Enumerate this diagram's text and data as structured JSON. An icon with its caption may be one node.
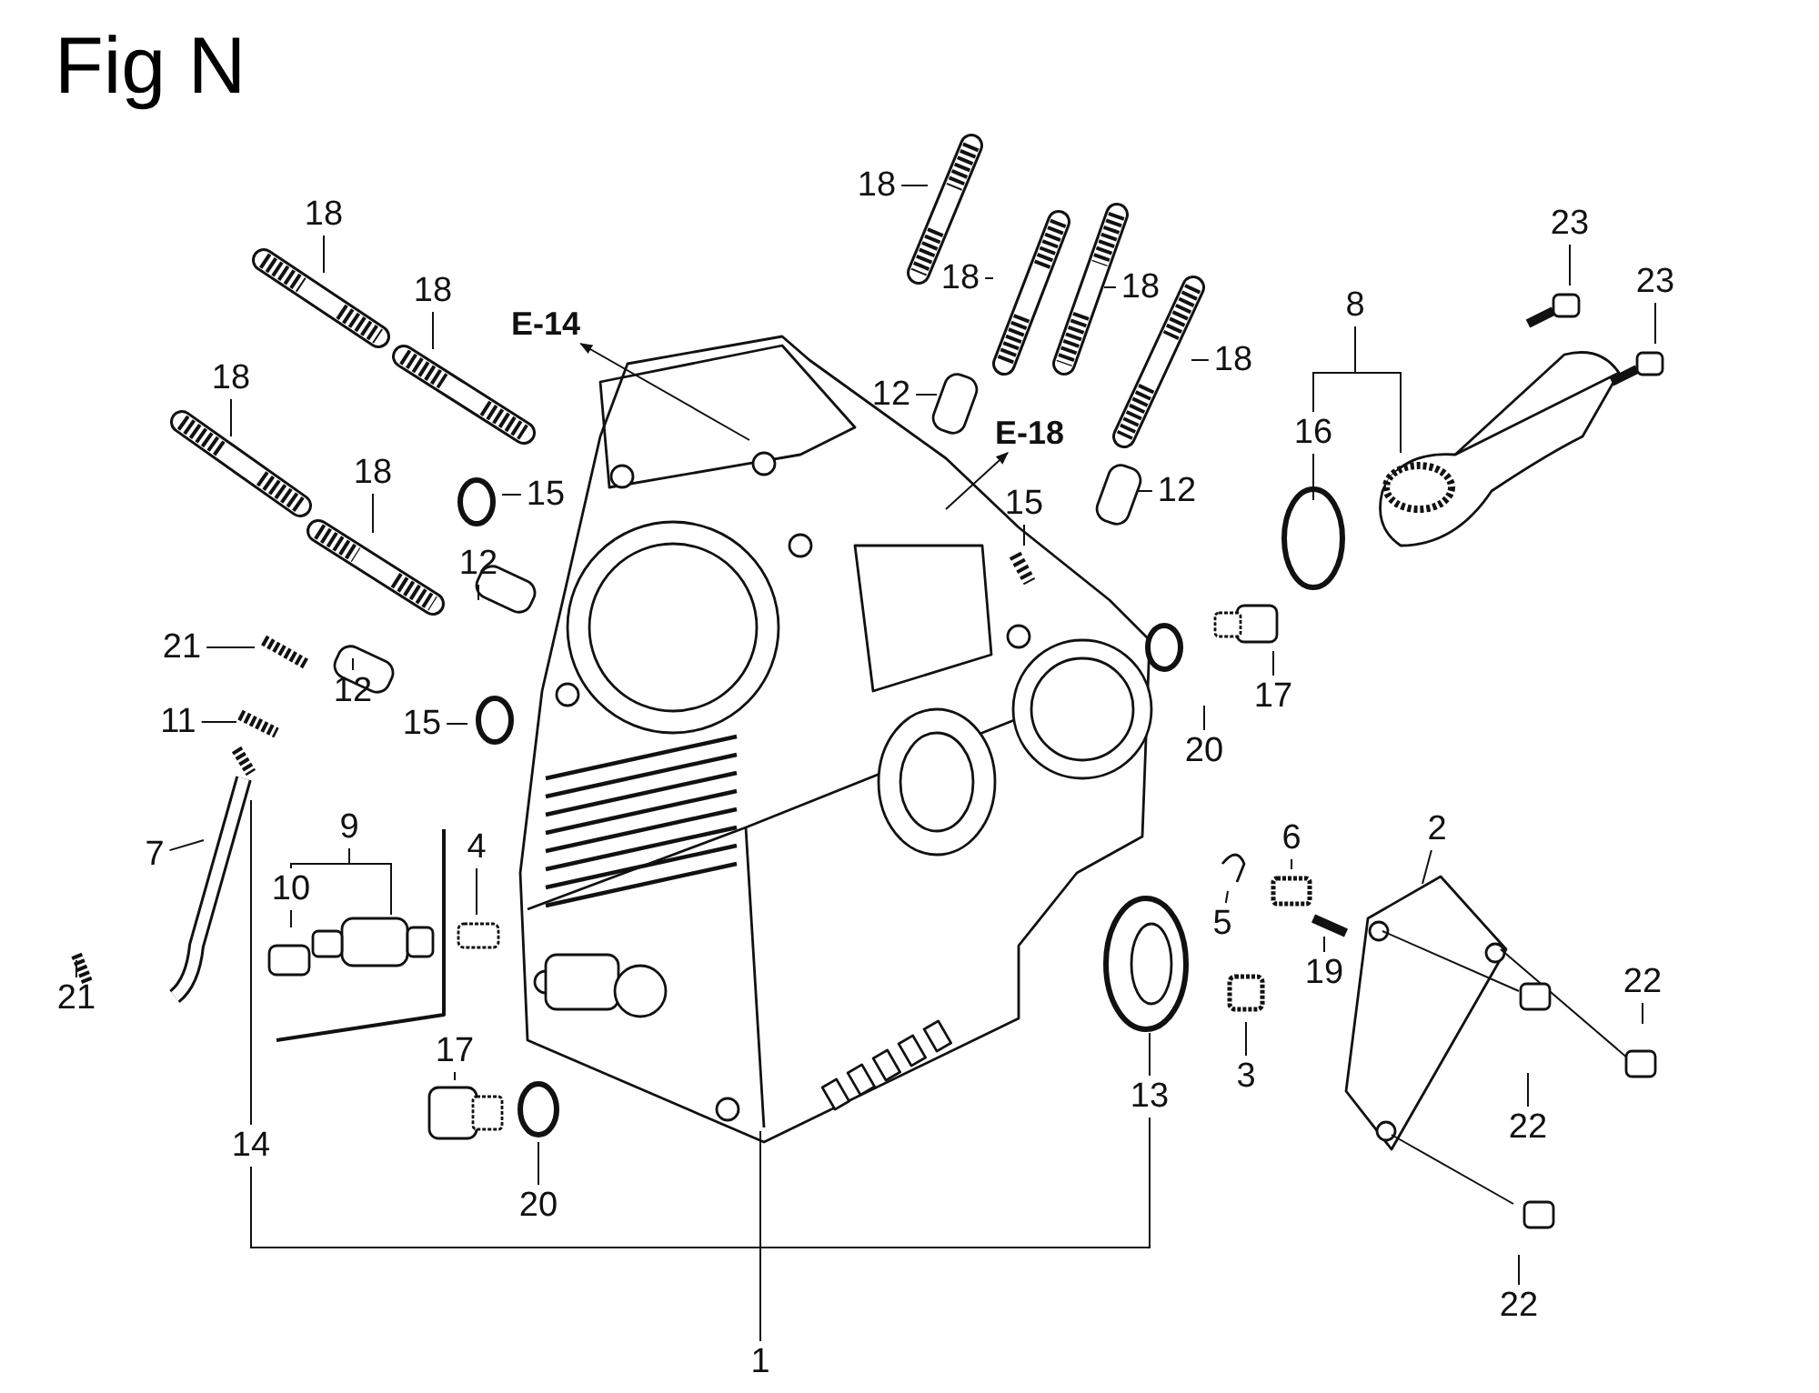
{
  "diagram": {
    "title": "Fig N",
    "nodes": [
      {
        "text": [
          "18"
        ]
      },
      {
        "text": [
          "18"
        ]
      },
      {
        "text": [
          "18"
        ]
      },
      {
        "text": [
          "E-14"
        ]
      },
      {
        "text": [
          "18"
        ]
      },
      {
        "text": [
          "18"
        ]
      },
      {
        "text": [
          "18"
        ]
      },
      {
        "text": [
          "18"
        ]
      },
      {
        "text": [
          "E-18"
        ]
      },
      {
        "text": [
          "12"
        ]
      },
      {
        "text": [
          "16"
        ]
      },
      {
        "text": [
          "8"
        ]
      },
      {
        "text": [
          "23"
        ]
      },
      {
        "text": [
          "23"
        ]
      },
      {
        "text": [
          "18"
        ]
      },
      {
        "text": [
          "12"
        ]
      },
      {
        "text": [
          "15"
        ]
      },
      {
        "text": [
          "15"
        ]
      },
      {
        "text": [
          "12"
        ]
      },
      {
        "text": [
          "21"
        ]
      },
      {
        "text": [
          "12"
        ]
      },
      {
        "text": [
          "17"
        ]
      },
      {
        "text": [
          "15"
        ]
      },
      {
        "text": [
          "11"
        ]
      },
      {
        "text": [
          "20"
        ]
      },
      {
        "text": [
          "2"
        ]
      },
      {
        "text": [
          "9"
        ]
      },
      {
        "text": [
          "4"
        ]
      },
      {
        "text": [
          "6"
        ]
      },
      {
        "text": [
          "7"
        ]
      },
      {
        "text": [
          "10"
        ]
      },
      {
        "text": [
          "5"
        ]
      },
      {
        "text": [
          "19"
        ]
      },
      {
        "text": [
          "22"
        ]
      },
      {
        "text": [
          "21"
        ]
      },
      {
        "text": [
          "17"
        ]
      },
      {
        "text": [
          "3"
        ]
      },
      {
        "text": [
          "13"
        ]
      },
      {
        "text": [
          "22"
        ]
      },
      {
        "text": [
          "14"
        ]
      },
      {
        "text": [
          "20"
        ]
      },
      {
        "text": [
          "1"
        ]
      },
      {
        "text": [
          "22"
        ]
      }
    ],
    "edges": [
      {
        "from": 0,
        "to": null,
        "arrow": "none"
      },
      {
        "from": 1,
        "to": null,
        "arrow": "none"
      },
      {
        "from": 2,
        "to": null,
        "arrow": "none"
      },
      {
        "from": null,
        "to": 3,
        "arrow": "to"
      },
      {
        "from": 4,
        "to": null,
        "arrow": "none"
      },
      {
        "from": 5,
        "to": null,
        "arrow": "none"
      },
      {
        "from": 6,
        "to": null,
        "arrow": "none"
      },
      {
        "from": 7,
        "to": null,
        "arrow": "none"
      },
      {
        "from": null,
        "to": 8,
        "arrow": "to"
      },
      {
        "from": 9,
        "to": null,
        "arrow": "none"
      },
      {
        "from": 10,
        "to": null,
        "arrow": "none"
      },
      {
        "from": 11,
        "to": null,
        "arrow": "none"
      },
      {
        "from": 11,
        "to": 10,
        "arrow": "none"
      },
      {
        "from": 12,
        "to": null,
        "arrow": "none"
      },
      {
        "from": 13,
        "to": null,
        "arrow": "none"
      },
      {
        "from": 14,
        "to": null,
        "arrow": "none"
      },
      {
        "from": 15,
        "to": null,
        "arrow": "none"
      },
      {
        "from": 16,
        "to": null,
        "arrow": "none"
      },
      {
        "from": 17,
        "to": null,
        "arrow": "none"
      },
      {
        "from": 18,
        "to": null,
        "arrow": "none"
      },
      {
        "from": 19,
        "to": null,
        "arrow": "none"
      },
      {
        "from": 20,
        "to": null,
        "arrow": "none"
      },
      {
        "from": 21,
        "to": null,
        "arrow": "none"
      },
      {
        "from": 22,
        "to": null,
        "arrow": "none"
      },
      {
        "from": 23,
        "to": null,
        "arrow": "none"
      },
      {
        "from": 24,
        "to": null,
        "arrow": "none"
      },
      {
        "from": 25,
        "to": null,
        "arrow": "none"
      },
      {
        "from": 26,
        "to": null,
        "arrow": "none"
      },
      {
        "from": 26,
        "to": 30,
        "arrow": "none"
      },
      {
        "from": 27,
        "to": null,
        "arrow": "none"
      },
      {
        "from": 28,
        "to": null,
        "arrow": "none"
      },
      {
        "from": 29,
        "to": null,
        "arrow": "none"
      },
      {
        "from": 30,
        "to": null,
        "arrow": "none"
      },
      {
        "from": 31,
        "to": null,
        "arrow": "none"
      },
      {
        "from": 32,
        "to": null,
        "arrow": "none"
      },
      {
        "from": 33,
        "to": null,
        "arrow": "none"
      },
      {
        "from": 34,
        "to": null,
        "arrow": "none"
      },
      {
        "from": 35,
        "to": null,
        "arrow": "none"
      },
      {
        "from": 36,
        "to": null,
        "arrow": "none"
      },
      {
        "from": 37,
        "to": null,
        "arrow": "none"
      },
      {
        "from": 38,
        "to": null,
        "arrow": "none"
      },
      {
        "from": 39,
        "to": null,
        "arrow": "none"
      },
      {
        "from": 40,
        "to": null,
        "arrow": "none"
      },
      {
        "from": 41,
        "to": null,
        "arrow": "none"
      },
      {
        "from": 41,
        "to": 39,
        "arrow": "none"
      },
      {
        "from": 41,
        "to": 37,
        "arrow": "none"
      },
      {
        "from": 42,
        "to": null,
        "arrow": "none"
      }
    ]
  }
}
